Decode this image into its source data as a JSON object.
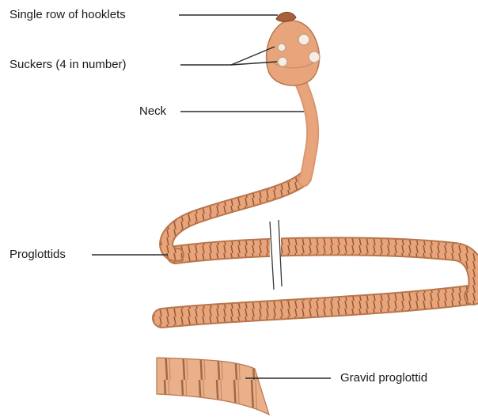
{
  "labels": {
    "hooklets": "Single row of hooklets",
    "suckers": "Suckers (4 in number)",
    "neck": "Neck",
    "proglottids": "Proglottids",
    "gravid": "Gravid proglottid"
  },
  "colors": {
    "body_fill": "#e8a57c",
    "body_light": "#f2c19f",
    "segment_line": "#9a5a35",
    "outline": "#b8764c",
    "sucker": "#f7ede3",
    "leader": "#2b2b2b"
  }
}
